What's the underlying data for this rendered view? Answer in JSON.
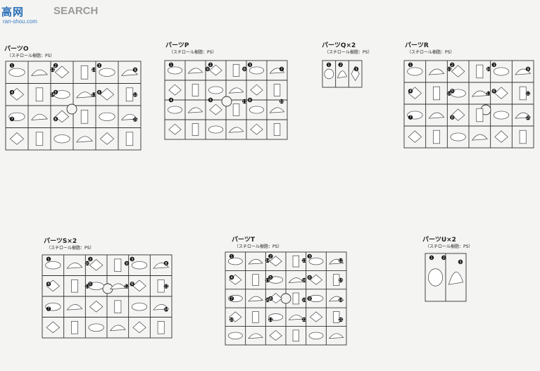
{
  "watermark": {
    "mark": "高",
    "mark2": "网",
    "search": "SEARCH",
    "url": "ran-shou.com"
  },
  "parts": [
    {
      "id": "O",
      "title": "パーツO",
      "subtitle": "（スチロール樹脂：PS）",
      "numbers": [
        1,
        2,
        3,
        4,
        5,
        6,
        7,
        8,
        9,
        10,
        11,
        12,
        13,
        14,
        15
      ]
    },
    {
      "id": "P",
      "title": "パーツP",
      "subtitle": "（スチロール樹脂：PS）",
      "numbers": [
        1,
        2,
        3,
        4,
        5,
        6,
        7,
        8,
        9,
        10,
        11
      ]
    },
    {
      "id": "Q",
      "title": "パーツQ×2",
      "subtitle": "（スチロール樹脂：PS）",
      "numbers": [
        1,
        2,
        3
      ]
    },
    {
      "id": "R",
      "title": "パーツR",
      "subtitle": "（スチロール樹脂：PS）",
      "numbers": [
        1,
        2,
        3,
        4,
        5,
        6,
        7,
        8,
        9,
        10,
        11,
        12,
        13,
        14,
        15
      ]
    },
    {
      "id": "S",
      "title": "パーツS×2",
      "subtitle": "（スチロール樹脂：PS）",
      "numbers": [
        1,
        2,
        3,
        4,
        5,
        6,
        7,
        8,
        9,
        10,
        11,
        12,
        13,
        14
      ]
    },
    {
      "id": "T",
      "title": "パーツT",
      "subtitle": "（スチロール樹脂：PS）",
      "numbers": [
        1,
        2,
        3,
        4,
        5,
        6,
        7,
        8,
        9,
        10,
        11,
        12,
        13,
        14,
        15,
        16,
        17,
        18,
        19,
        20,
        21,
        22
      ]
    },
    {
      "id": "U",
      "title": "パーツU×2",
      "subtitle": "（スチロール樹脂：PS）",
      "numbers": [
        1,
        2,
        3
      ]
    }
  ]
}
